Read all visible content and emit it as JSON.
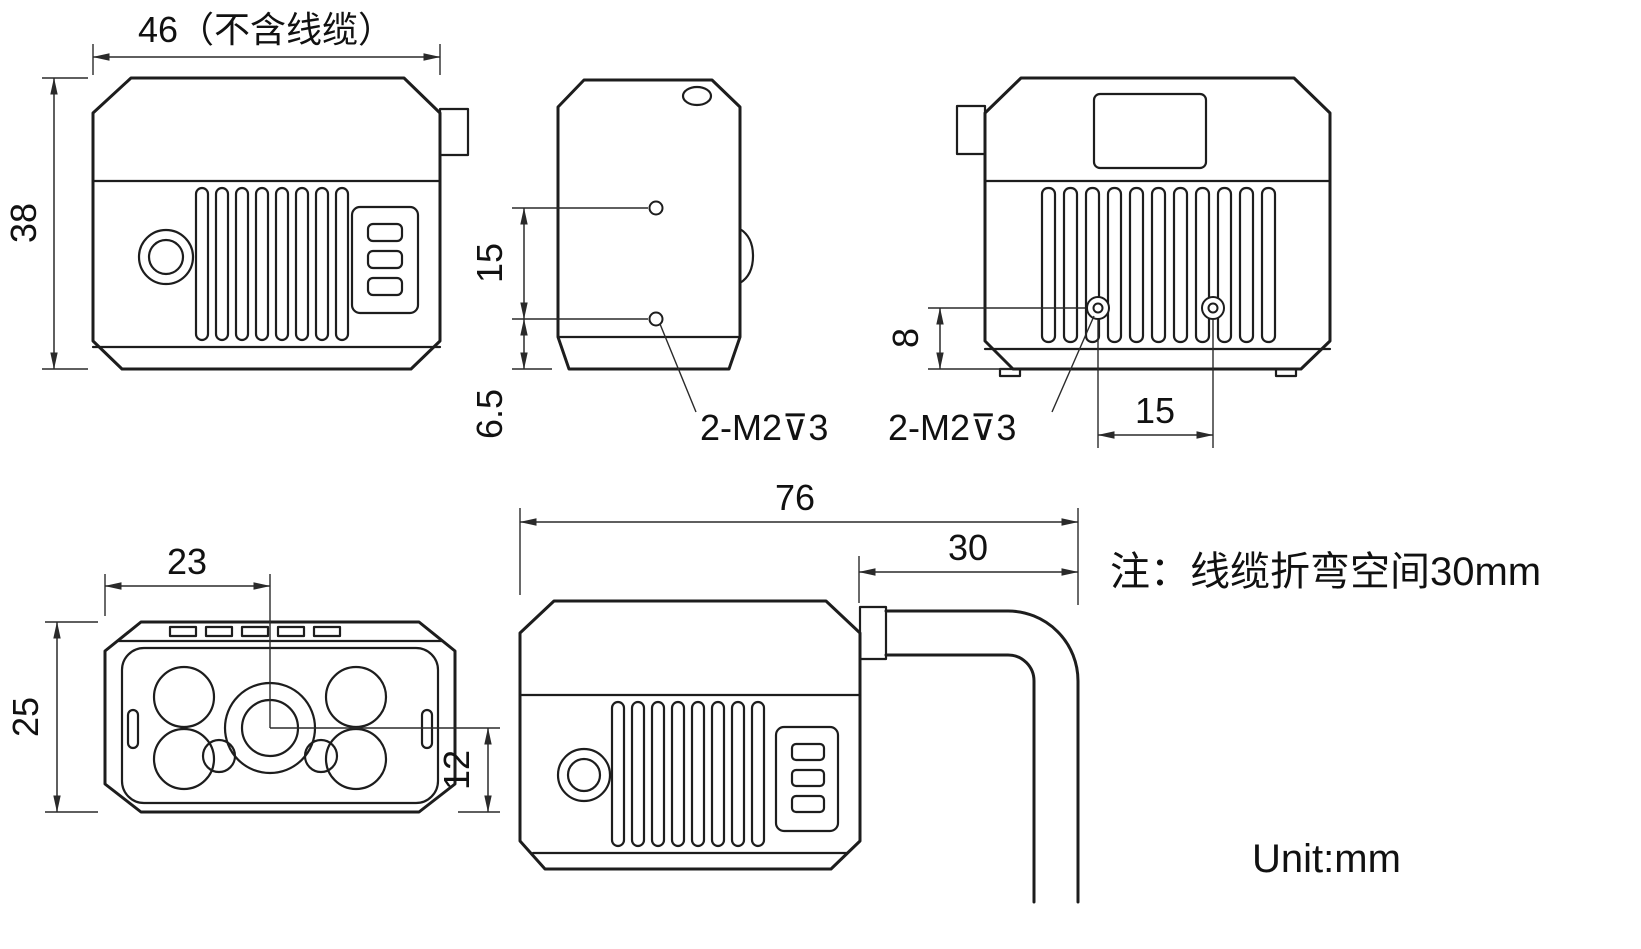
{
  "notes": {
    "cable_bend_note": "注：线缆折弯空间30mm",
    "unit_label": "Unit:mm"
  },
  "views": {
    "front": {
      "width": "46（不含线缆）",
      "height": "38"
    },
    "top": {
      "hole_spacing": "15",
      "hole_edge_offset": "6.5",
      "thread_label": "2-M2⊽3"
    },
    "back": {
      "hole_bottom_offset": "8",
      "hole_spacing": "15",
      "thread_label": "2-M2⊽3"
    },
    "face": {
      "lens_center_from_left": "23",
      "height": "25",
      "lens_center_from_bottom": "12"
    },
    "side": {
      "body_length": "76",
      "cable_bend_space": "30"
    }
  },
  "colors": {
    "line": "#1d1d1d",
    "dimension": "#2a2a2a",
    "background": "#ffffff"
  }
}
